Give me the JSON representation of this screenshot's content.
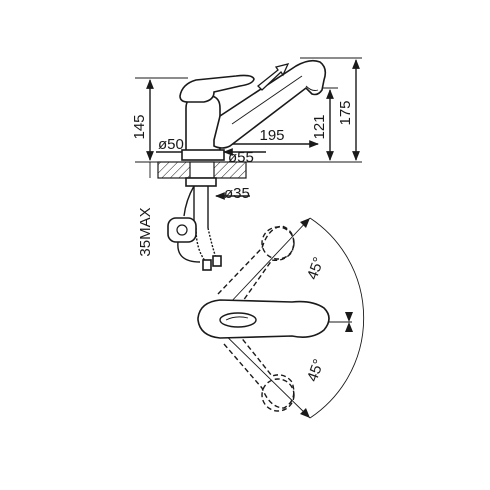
{
  "drawing": {
    "dimensions": {
      "height_total": "145",
      "spout_reach": "195",
      "spout_height": "121",
      "overall_height": "175",
      "base_diameter": "ø50",
      "escutcheon_diameter": "ø55",
      "shank_diameter": "ø35",
      "max_deck_thickness": "35MAX",
      "swivel_angle_upper": "45°",
      "swivel_angle_lower": "45°"
    },
    "icons": {
      "pull_out_arrow": "arrow-icon"
    }
  }
}
